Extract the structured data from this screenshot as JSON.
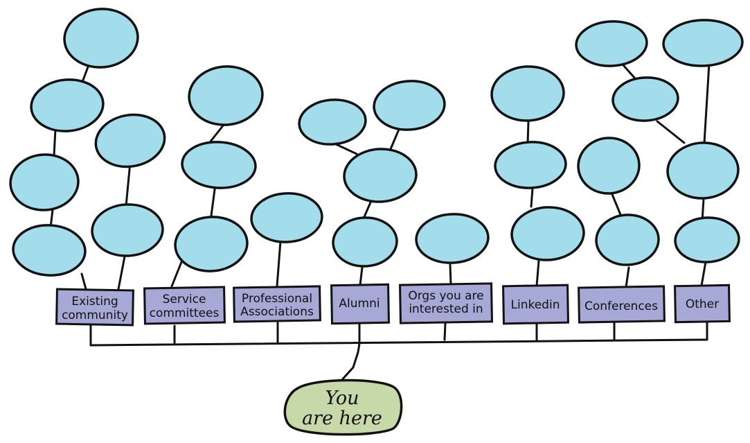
{
  "categories": [
    {
      "id": "existing",
      "label_lines": [
        "Existing",
        "community"
      ]
    },
    {
      "id": "service",
      "label_lines": [
        "Service",
        "committees"
      ]
    },
    {
      "id": "professional",
      "label_lines": [
        "Professional",
        "Associations"
      ]
    },
    {
      "id": "alumni",
      "label_lines": [
        "Alumni"
      ]
    },
    {
      "id": "orgs",
      "label_lines": [
        "Orgs you are",
        "interested in"
      ]
    },
    {
      "id": "linkedin",
      "label_lines": [
        "Linkedin"
      ]
    },
    {
      "id": "conferences",
      "label_lines": [
        "Conferences"
      ]
    },
    {
      "id": "other",
      "label_lines": [
        "Other"
      ]
    }
  ],
  "start": {
    "label_lines": [
      "You",
      "are here"
    ]
  },
  "colors": {
    "bubble_fill": "#a3dceb",
    "label_fill": "#a6a8d6",
    "start_fill": "#c7d9a8",
    "stroke": "#111111"
  }
}
